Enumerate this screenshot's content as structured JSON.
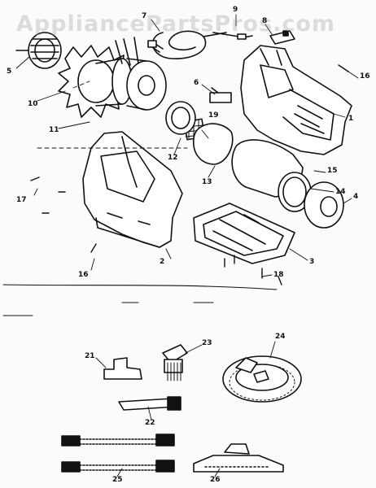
{
  "watermark": "AppliancePartsPros.com",
  "part_labels": {
    "p1": "1",
    "p2": "2",
    "p3": "3",
    "p4": "4",
    "p5": "5",
    "p6": "6",
    "p7": "7",
    "p8": "8",
    "p9": "9",
    "p10": "10",
    "p11": "11",
    "p12": "12",
    "p13": "13",
    "p14": "14",
    "p15": "15",
    "p16a": "16",
    "p16b": "16",
    "p17": "17",
    "p18": "18",
    "p19": "19",
    "p21": "21",
    "p22": "22",
    "p23": "23",
    "p24": "24",
    "p25": "25",
    "p26": "26"
  }
}
